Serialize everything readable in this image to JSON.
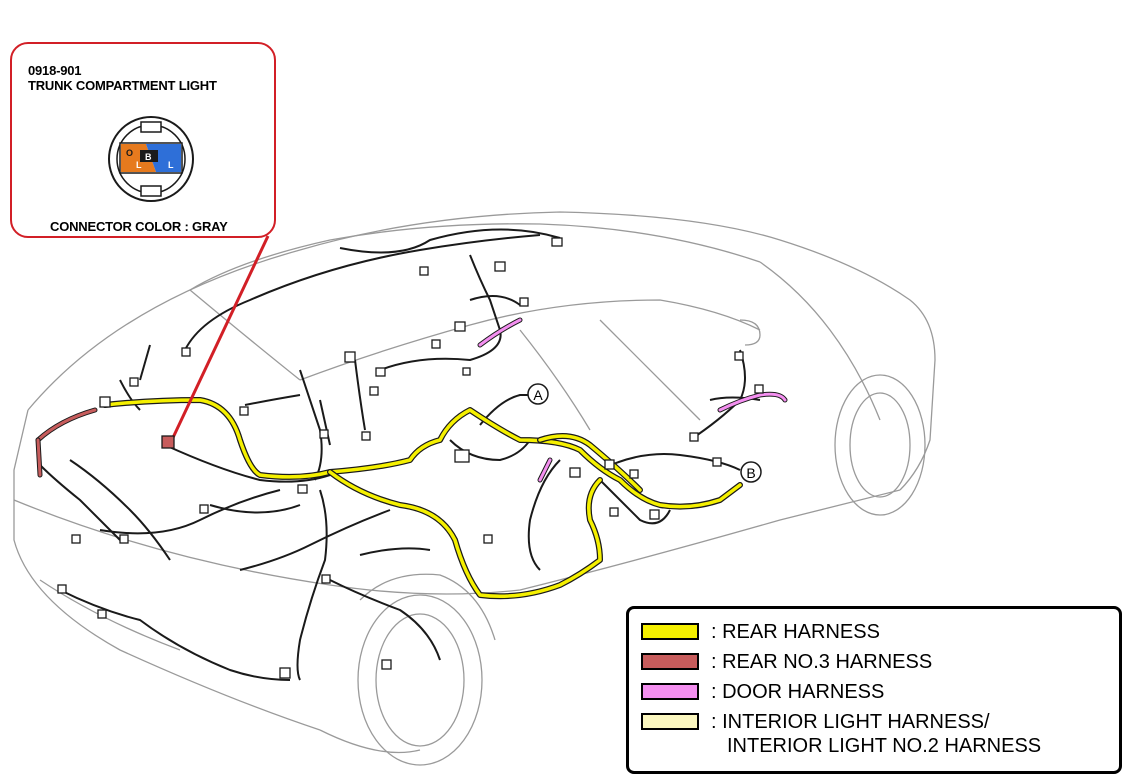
{
  "connector": {
    "part_number": "0918-901",
    "name": "TRUNK COMPARTMENT LIGHT",
    "color_note": "CONNECTOR COLOR : GRAY",
    "pins": [
      {
        "label": "O",
        "wire": "L",
        "color": "#e67a1e"
      },
      {
        "label": "B",
        "wire": "L",
        "color": "#2e6fd8"
      }
    ]
  },
  "markers": {
    "a": "A",
    "b": "B"
  },
  "legend": {
    "items": [
      {
        "color": "#f5f000",
        "label": ": REAR HARNESS"
      },
      {
        "color": "#c75c5c",
        "label": ": REAR NO.3 HARNESS"
      },
      {
        "color": "#f48ff0",
        "label": ": DOOR HARNESS"
      },
      {
        "color": "#fbf7bf",
        "label": ": INTERIOR LIGHT HARNESS/",
        "label2": "INTERIOR LIGHT NO.2 HARNESS"
      }
    ]
  },
  "colors": {
    "callout_border": "#d21f26",
    "car_outline": "#9a9a9a",
    "wire_dark": "#1a1a1a"
  }
}
